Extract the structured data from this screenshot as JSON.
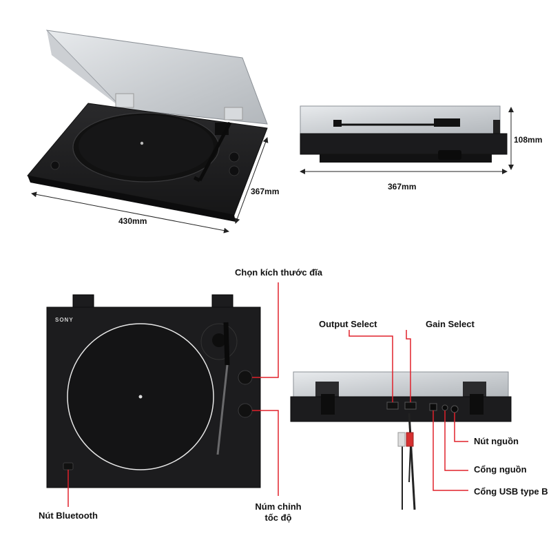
{
  "dimensions": {
    "width": "430mm",
    "depth": "367mm",
    "side_width": "367mm",
    "height": "108mm"
  },
  "callouts": {
    "disc_size": "Chọn kích thước đĩa",
    "bluetooth_button": "Nút Bluetooth",
    "speed_knob_line1": "Núm chỉnh",
    "speed_knob_line2": "tốc độ",
    "output_select": "Output Select",
    "gain_select": "Gain Select",
    "power_button": "Nút nguồn",
    "power_port": "Cổng nguồn",
    "usb_port": "Cổng USB type B"
  },
  "product": {
    "brand": "SONY"
  },
  "colors": {
    "leader_line": "#e0202a",
    "body": "#1c1c1e",
    "lid": "#c9cdd2"
  }
}
